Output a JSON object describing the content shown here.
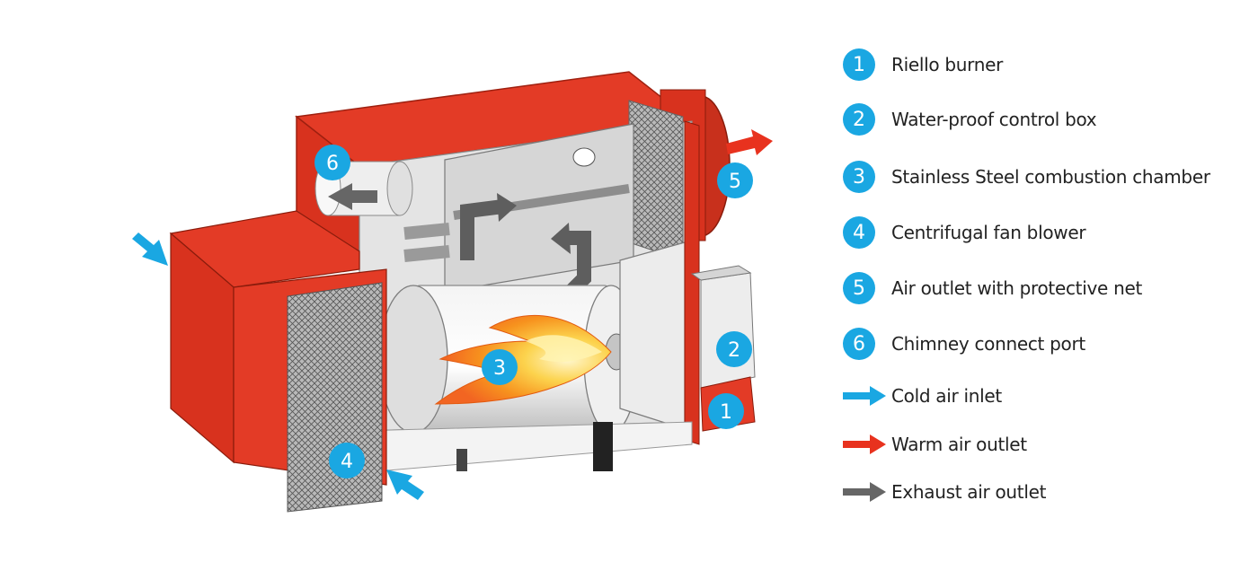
{
  "markers": {
    "m1": "1",
    "m2": "2",
    "m3": "3",
    "m4": "4",
    "m5": "5",
    "m6": "6"
  },
  "legend": {
    "items": [
      {
        "number": "1",
        "label": "Riello burner"
      },
      {
        "number": "2",
        "label": "Water-proof control box"
      },
      {
        "number": "3",
        "label": "Stainless Steel combustion chamber"
      },
      {
        "number": "4",
        "label": "Centrifugal fan blower"
      },
      {
        "number": "5",
        "label": "Air outlet with protective net"
      },
      {
        "number": "6",
        "label": "Chimney connect port"
      }
    ],
    "arrows": [
      {
        "label": "Cold air inlet",
        "icon": "blue-arrow-icon",
        "color": "#1aa7e2"
      },
      {
        "label": "Warm air outlet",
        "icon": "red-arrow-icon",
        "color": "#e8321e"
      },
      {
        "label": "Exhaust air outlet",
        "icon": "gray-arrow-icon",
        "color": "#666666"
      }
    ]
  },
  "colors": {
    "badge": "#1aa7e2",
    "housing": "#e33b26",
    "housing_dark": "#b82714",
    "interior": "#e4e4e4",
    "flame": "#f7931e"
  }
}
